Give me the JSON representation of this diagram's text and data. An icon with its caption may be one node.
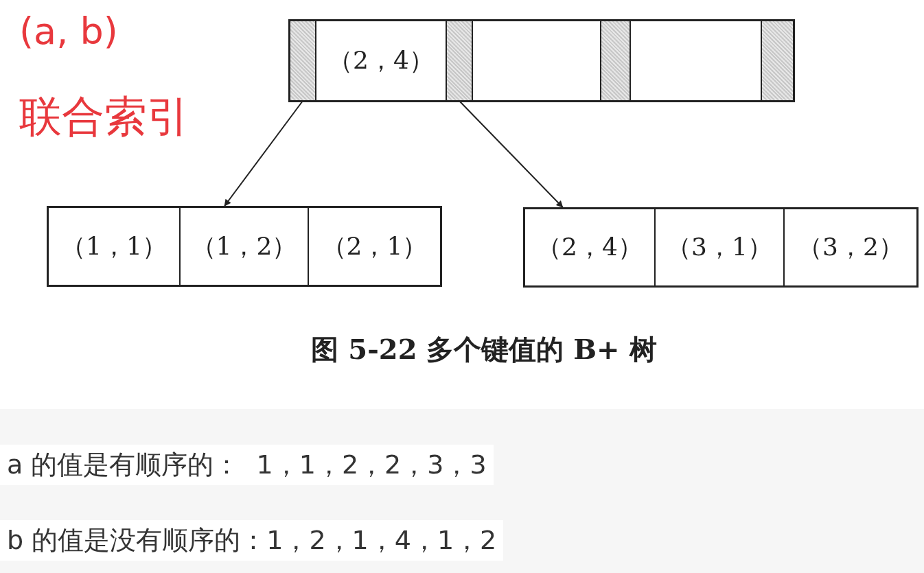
{
  "diagram": {
    "caption": "图 5-22 多个键值的 B+ 树",
    "nodes": [
      {
        "text": [],
        "shape": "box"
      },
      {
        "text": [],
        "shape": "box",
        "in": 0
      },
      {
        "text": [
          "（2，4）"
        ],
        "in": 0
      },
      {
        "text": [],
        "shape": "box",
        "in": 0
      },
      {
        "text": [],
        "shape": "box",
        "in": 0
      },
      {
        "text": [],
        "shape": "box",
        "in": 0
      },
      {
        "text": [],
        "shape": "box",
        "in": 0
      },
      {
        "text": [],
        "shape": "box",
        "in": 0
      },
      {
        "text": [],
        "shape": "box"
      },
      {
        "text": [
          "（1，1）"
        ],
        "in": 8
      },
      {
        "text": [
          "（1，2）"
        ],
        "in": 8
      },
      {
        "text": [
          "（2，1）"
        ],
        "in": 8
      },
      {
        "text": [],
        "shape": "box"
      },
      {
        "text": [
          "（2，4）"
        ],
        "in": 12
      },
      {
        "text": [
          "（3，1）"
        ],
        "in": 12
      },
      {
        "text": [
          "（3，2）"
        ],
        "in": 12
      }
    ],
    "edges": [
      {
        "from": 1,
        "to": 8,
        "arrow": "to"
      },
      {
        "from": 3,
        "to": 12,
        "arrow": "to"
      }
    ],
    "labels": [
      "(a, b)",
      "联合索引",
      "a 的值是有顺序的：  1，1，2，2，3，3",
      "b 的值是没有顺序的：1，2，1，4，1，2"
    ]
  }
}
